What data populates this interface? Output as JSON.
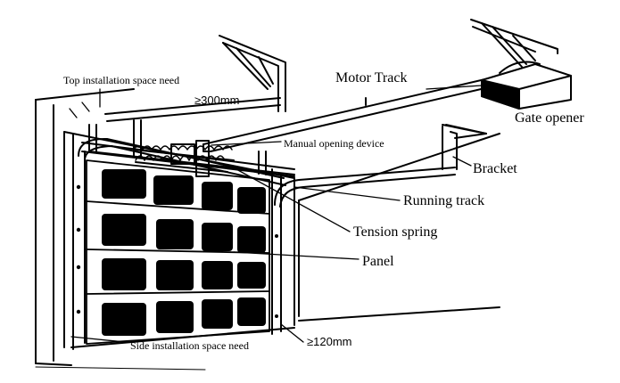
{
  "labels": {
    "motor_track": "Motor Track",
    "gate_opener": "Gate opener",
    "top_space": "Top installation space need",
    "top_dim": "≥300mm",
    "manual_device": "Manual opening device",
    "bracket": "Bracket",
    "running_track": "Running track",
    "tension_spring": "Tension spring",
    "panel": "Panel",
    "side_space": "Side installation space need",
    "side_dim": "≥120mm"
  },
  "door": {
    "panel_rows": 4,
    "windows_per_row": 4
  }
}
